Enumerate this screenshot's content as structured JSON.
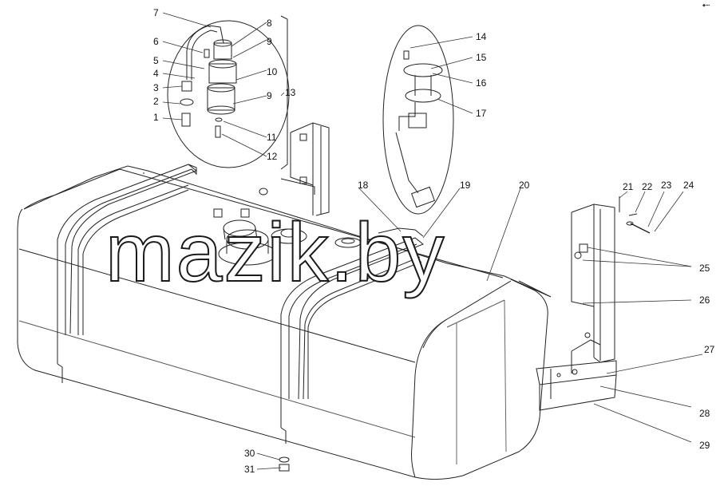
{
  "watermark": "mazik.by",
  "corner_mark": "◆▪▪▪",
  "callouts": [
    {
      "id": "c1",
      "label": "1"
    },
    {
      "id": "c2",
      "label": "2"
    },
    {
      "id": "c3",
      "label": "3"
    },
    {
      "id": "c4",
      "label": "4"
    },
    {
      "id": "c5",
      "label": "5"
    },
    {
      "id": "c6",
      "label": "6"
    },
    {
      "id": "c7",
      "label": "7"
    },
    {
      "id": "c8",
      "label": "8"
    },
    {
      "id": "c9a",
      "label": "9"
    },
    {
      "id": "c10",
      "label": "10"
    },
    {
      "id": "c9b",
      "label": "9"
    },
    {
      "id": "c11",
      "label": "11"
    },
    {
      "id": "c12",
      "label": "12"
    },
    {
      "id": "c13",
      "label": "13"
    },
    {
      "id": "c14",
      "label": "14"
    },
    {
      "id": "c15",
      "label": "15"
    },
    {
      "id": "c16",
      "label": "16"
    },
    {
      "id": "c17",
      "label": "17"
    },
    {
      "id": "c18",
      "label": "18"
    },
    {
      "id": "c19",
      "label": "19"
    },
    {
      "id": "c20",
      "label": "20"
    },
    {
      "id": "c21",
      "label": "21"
    },
    {
      "id": "c22",
      "label": "22"
    },
    {
      "id": "c23",
      "label": "23"
    },
    {
      "id": "c24",
      "label": "24"
    },
    {
      "id": "c25",
      "label": "25"
    },
    {
      "id": "c26",
      "label": "26"
    },
    {
      "id": "c27",
      "label": "27"
    },
    {
      "id": "c28",
      "label": "28"
    },
    {
      "id": "c29",
      "label": "29"
    },
    {
      "id": "c30",
      "label": "30"
    },
    {
      "id": "c31",
      "label": "31"
    }
  ]
}
